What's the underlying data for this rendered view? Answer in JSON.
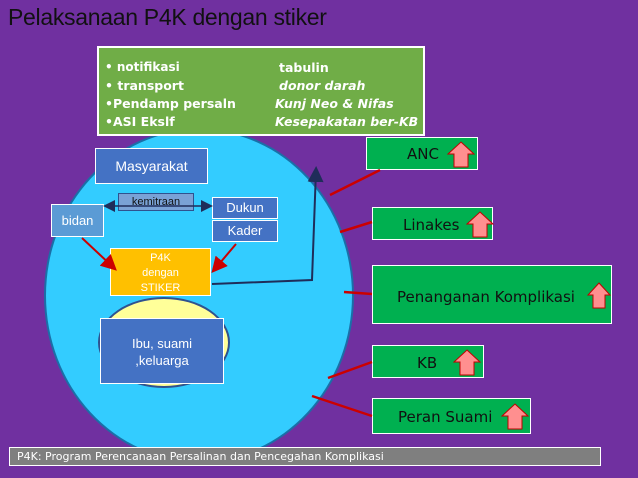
{
  "title": "Pelaksanaan P4K dengan stiker",
  "top_box": {
    "left_items": [
      "• notifikasi",
      "• transport",
      "•Pendamp persaln",
      "•ASI Ekslf"
    ],
    "right_items": [
      "tabulin",
      "donor darah",
      "Kunj Neo & Nifas",
      "Kesepakatan ber-KB"
    ]
  },
  "nodes": {
    "masyarakat": "Masyarakat",
    "kemitraan": "kemitraan",
    "bidan": "bidan",
    "dukun": "Dukun",
    "kader": "Kader",
    "p4k_lines": [
      "P4K",
      "dengan",
      "STIKER"
    ],
    "ibu_lines": [
      "Ibu, suami",
      ",keluarga"
    ]
  },
  "outcomes": [
    "ANC",
    "Linakes",
    "Penanganan Komplikasi",
    "KB",
    "Peran Suami"
  ],
  "footer": "P4K: Program Perencanaan Persalinan dan Pencegahan Komplikasi",
  "colors": {
    "background": "#7030a0",
    "circle": "#33ccff",
    "green": "#00b050",
    "top_box": "#70ad47",
    "blue_box": "#4472c4",
    "p4k": "#ffc000",
    "inner": "#ffff99",
    "connector": "#cc0000",
    "up_arrow": "#ff8f8f"
  },
  "icons": [
    "up-arrow-icon"
  ]
}
